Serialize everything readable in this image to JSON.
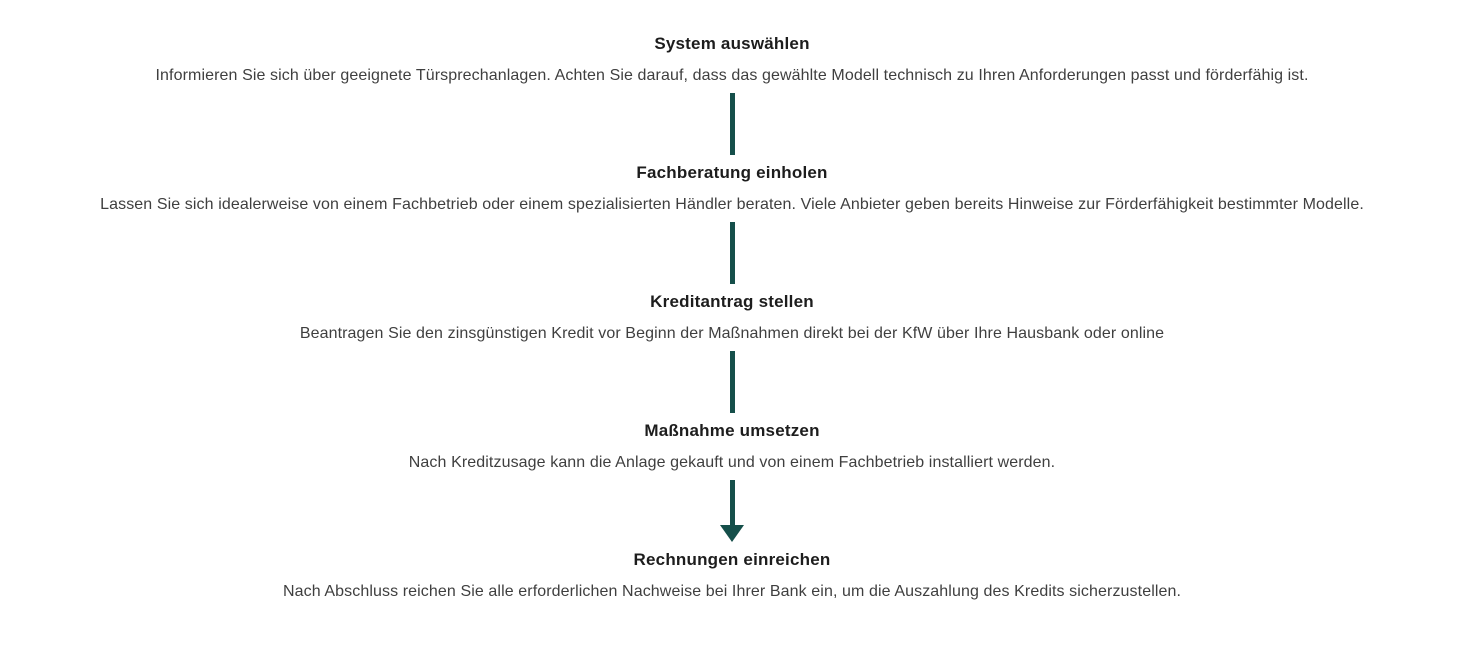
{
  "diagram": {
    "accent_color": "#154F4A",
    "steps": [
      {
        "title": "System auswählen",
        "description": "Informieren Sie sich über geeignete Türsprechanlagen. Achten Sie darauf, dass das gewählte Modell technisch zu Ihren Anforderungen passt und förderfähig ist."
      },
      {
        "title": "Fachberatung einholen",
        "description": "Lassen Sie sich idealerweise von einem Fachbetrieb oder einem spezialisierten Händler beraten. Viele Anbieter geben bereits Hinweise zur Förderfähigkeit bestimmter Modelle."
      },
      {
        "title": "Kreditantrag stellen",
        "description": "Beantragen Sie den zinsgünstigen Kredit vor Beginn der Maßnahmen direkt bei der KfW über Ihre Hausbank oder online"
      },
      {
        "title": "Maßnahme umsetzen",
        "description": "Nach Kreditzusage kann die Anlage gekauft und von einem Fachbetrieb installiert werden."
      },
      {
        "title": "Rechnungen einreichen",
        "description": "Nach Abschluss reichen Sie alle erforderlichen Nachweise bei Ihrer Bank ein, um die Auszahlung des Kredits sicherzustellen."
      }
    ]
  }
}
